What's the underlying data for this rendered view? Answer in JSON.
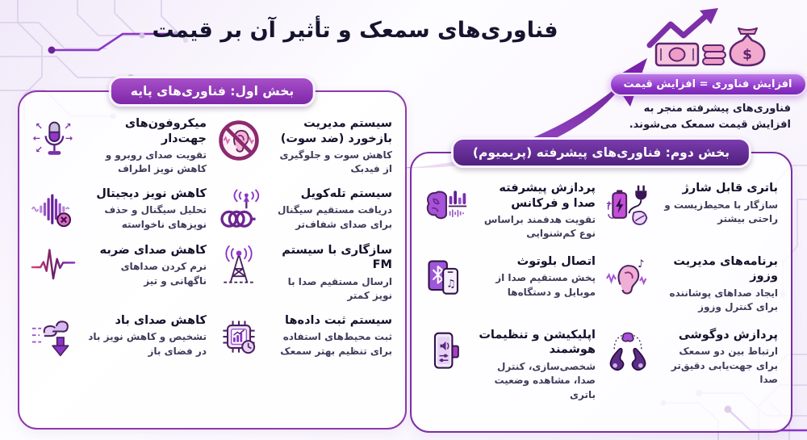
{
  "title": "فناوری‌های سمعک و تأثیر آن بر قیمت",
  "price_callout": {
    "icon": "money-growth-icon",
    "badge": "افزایش فناوری = افزایش قیمت",
    "note": "فناوری‌های پیشرفته منجر به افزایش قیمت سمعک می‌شوند."
  },
  "left_panel": {
    "header": "بخش اول: فناوری‌های پایه",
    "items": [
      {
        "icon": "directional-microphone-icon",
        "title": "میکروفون‌های جهت‌دار",
        "desc": "تقویت صدای روبرو و کاهش نویز اطراف"
      },
      {
        "icon": "feedback-management-icon",
        "title": "سیستم مدیریت بازخورد (ضد سوت)",
        "desc": "کاهش سوت و جلوگیری از فیدبک"
      },
      {
        "icon": "digital-noise-reduction-icon",
        "title": "کاهش نویز دیجیتال",
        "desc": "تحلیل سیگنال و حذف نویزهای ناخواسته"
      },
      {
        "icon": "telecoil-icon",
        "title": "سیستم تله‌کویل",
        "desc": "دریافت مستقیم سیگنال برای صدای شفاف‌تر"
      },
      {
        "icon": "impact-sound-icon",
        "title": "کاهش صدای ضربه",
        "desc": "نرم کردن صداهای ناگهانی و تیز"
      },
      {
        "icon": "fm-system-icon",
        "title": "سازگاری با سیستم FM",
        "desc": "ارسال مستقیم صدا با نویز کمتر"
      },
      {
        "icon": "wind-noise-icon",
        "title": "کاهش صدای باد",
        "desc": "تشخیص و کاهش نویز باد در فضای باز"
      },
      {
        "icon": "data-logging-icon",
        "title": "سیستم ثبت داده‌ها",
        "desc": "ثبت محیط‌های استفاده برای تنظیم بهتر سمعک"
      }
    ]
  },
  "right_panel": {
    "header": "بخش دوم: فناوری‌های پیشرفته (پریمیوم)",
    "items": [
      {
        "icon": "advanced-sound-processing-icon",
        "title": "پردازش پیشرفته صدا و فرکانس",
        "desc": "تقویت هدفمند براساس نوع کم‌شنوایی"
      },
      {
        "icon": "rechargeable-battery-icon",
        "title": "باتری قابل شارژ",
        "desc": "سازگار با محیط‌زیست و راحتی بیشتر"
      },
      {
        "icon": "bluetooth-connection-icon",
        "title": "اتصال بلوتوث",
        "desc": "پخش مستقیم صدا از موبایل و دستگاه‌ها"
      },
      {
        "icon": "tinnitus-management-icon",
        "title": "برنامه‌های مدیریت وزوز",
        "desc": "ایجاد صداهای پوشاننده برای کنترل وزوز"
      },
      {
        "icon": "smart-app-icon",
        "title": "اپلیکیشن و تنظیمات هوشمند",
        "desc": "شخصی‌سازی، کنترل صدا، مشاهده وضعیت باتری"
      },
      {
        "icon": "binaural-processing-icon",
        "title": "پردازش دوگوشی",
        "desc": "ارتباط بین دو سمعک برای جهت‌یابی دقیق‌تر صدا"
      }
    ]
  },
  "colors": {
    "accent": "#8b35c8",
    "panel_border": "#8d39ab",
    "header_basic_bg": "#8a2fae",
    "header_premium_bg": "#5b2a8e",
    "badge_bg": "#9440c9",
    "text_dark": "#14122b",
    "text_muted": "#403c5a",
    "money_pink": "#f2a9ce"
  }
}
